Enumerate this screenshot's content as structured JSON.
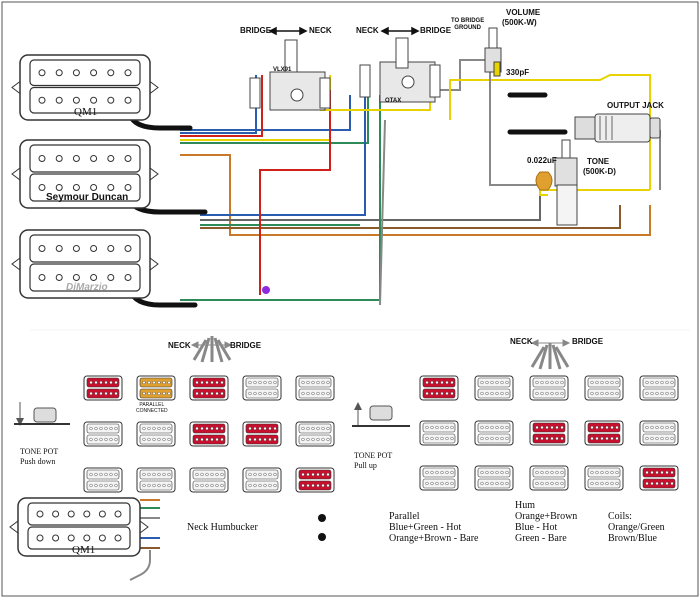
{
  "switch_left": {
    "dir_bridge": "BRIDGE",
    "dir_neck": "NECK",
    "model": "VLX91"
  },
  "switch_right": {
    "dir_neck": "NECK",
    "dir_bridge": "BRIDGE",
    "model": "OTAX"
  },
  "bridge_ground": "TO BRIDGE\nGROUND",
  "volume": {
    "title": "VOLUME",
    "value": "(500K-W)",
    "cap": "330pF"
  },
  "output_jack": "OUTPUT JACK",
  "tone": {
    "title": "TONE",
    "value": "(500K-D)",
    "cap": "0.022uF"
  },
  "pickups": [
    {
      "brand": "QM1"
    },
    {
      "brand": "Seymour Duncan"
    },
    {
      "brand": "DiMarzio"
    }
  ],
  "tone_down": {
    "selector_left": "NECK",
    "selector_right": "BRIDGE",
    "title": "TONE POT",
    "subtitle": "Push down",
    "parallel_note": "PARALLEL\nCONNECTED",
    "grid": [
      [
        "red",
        "orange",
        "red",
        "white",
        "white"
      ],
      [
        "white",
        "white",
        "red",
        "red",
        "white"
      ],
      [
        "white",
        "white",
        "white",
        "white",
        "red"
      ]
    ]
  },
  "tone_up": {
    "selector_left": "NECK",
    "selector_right": "BRIDGE",
    "title": "TONE POT",
    "subtitle": "Pull up",
    "grid": [
      [
        "red",
        "white",
        "white",
        "white",
        "white"
      ],
      [
        "white",
        "white",
        "red",
        "red",
        "white"
      ],
      [
        "white",
        "white",
        "white",
        "white",
        "red"
      ]
    ]
  },
  "legend": {
    "pickup": "QM1",
    "neck_humbucker": "Neck Humbucker",
    "parallel": [
      "Parallel",
      "Blue+Green - Hot",
      "Orange+Brown - Bare"
    ],
    "hum": [
      "Hum",
      "Orange+Brown",
      "Blue - Hot",
      "Green - Bare"
    ],
    "coils": [
      "Coils:",
      "Orange/Green",
      "Brown/Blue"
    ]
  },
  "colors": {
    "red_coil": "#c8102e",
    "orange_coil": "#e0a030",
    "white_coil": "#f4f4f4",
    "wire_yellow": "#e8d200",
    "wire_blue": "#2a5db0",
    "wire_green": "#2e8b57",
    "wire_brown": "#8b5a2b",
    "wire_red": "#d0201a"
  }
}
